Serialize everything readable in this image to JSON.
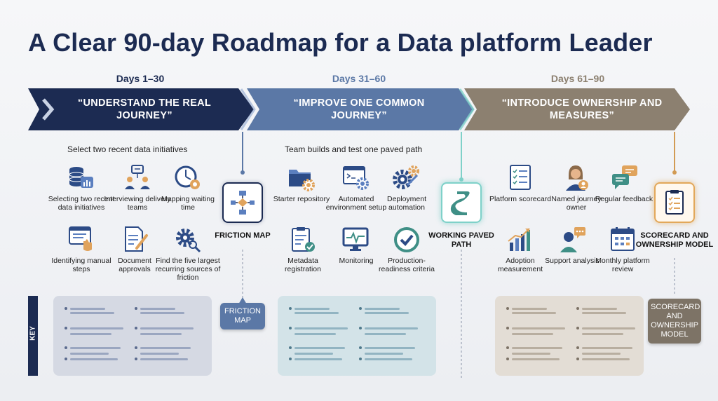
{
  "title": "A Clear 90-day Roadmap for a Data platform Leader",
  "colors": {
    "navy": "#1c2b52",
    "blue": "#5b78a6",
    "taupe": "#8c8070",
    "accent_teal": "#7fd1c9",
    "accent_amber": "#e2a85a"
  },
  "phases": [
    {
      "days": "Days 1–30",
      "headline": "“UNDERSTAND THE REAL JOURNEY”",
      "subheading": "Select two recent data initiatives",
      "items": [
        {
          "icon": "database-icon",
          "label": "Selecting two recent data initiatives"
        },
        {
          "icon": "team-interview-icon",
          "label": "Interviewing delivery teams"
        },
        {
          "icon": "clock-map-icon",
          "label": "Mapping waiting time"
        },
        {
          "icon": "manual-steps-icon",
          "label": "Identifying manual steps"
        },
        {
          "icon": "document-approval-icon",
          "label": "Document approvals"
        },
        {
          "icon": "gear-search-icon",
          "label": "Find the five largest recurring sources of friction"
        }
      ],
      "milestone": {
        "icon": "friction-map-icon",
        "label": "FRICTION MAP"
      },
      "tag": "FRICTION MAP"
    },
    {
      "days": "Days 31–60",
      "headline": "“IMPROVE ONE COMMON JOURNEY”",
      "subheading": "Team builds and test  one paved path",
      "items": [
        {
          "icon": "folder-gear-icon",
          "label": "Starter repository"
        },
        {
          "icon": "terminal-gear-icon",
          "label": "Automated environment setup"
        },
        {
          "icon": "deployment-gears-icon",
          "label": "Deployment automation"
        },
        {
          "icon": "clipboard-check-icon",
          "label": "Metadata registration"
        },
        {
          "icon": "monitor-pulse-icon",
          "label": "Monitoring"
        },
        {
          "icon": "check-circle-icon",
          "label": "Production-readiness criteria"
        }
      ],
      "milestone": {
        "icon": "paved-path-icon",
        "label": "WORKING PAVED PATH"
      }
    },
    {
      "days": "Days 61–90",
      "headline": "“INTRODUCE OWNERSHIP AND MEASURES”",
      "subheading": "",
      "items": [
        {
          "icon": "scorecard-icon",
          "label": "Platform scorecard"
        },
        {
          "icon": "owner-person-icon",
          "label": "Named journey owner"
        },
        {
          "icon": "feedback-bubbles-icon",
          "label": "Regular feedback"
        },
        {
          "icon": "growth-chart-icon",
          "label": "Adoption measurement"
        },
        {
          "icon": "support-person-icon",
          "label": "Support analysis"
        },
        {
          "icon": "calendar-review-icon",
          "label": "Monthly platform review"
        }
      ],
      "milestone": {
        "icon": "scorecard-ownership-icon",
        "label": "SCORECARD AND OWNERSHIP MODEL"
      },
      "tag": "SCORECARD AND OWNERSHIP MODEL"
    }
  ],
  "key": {
    "label": "KEY"
  }
}
